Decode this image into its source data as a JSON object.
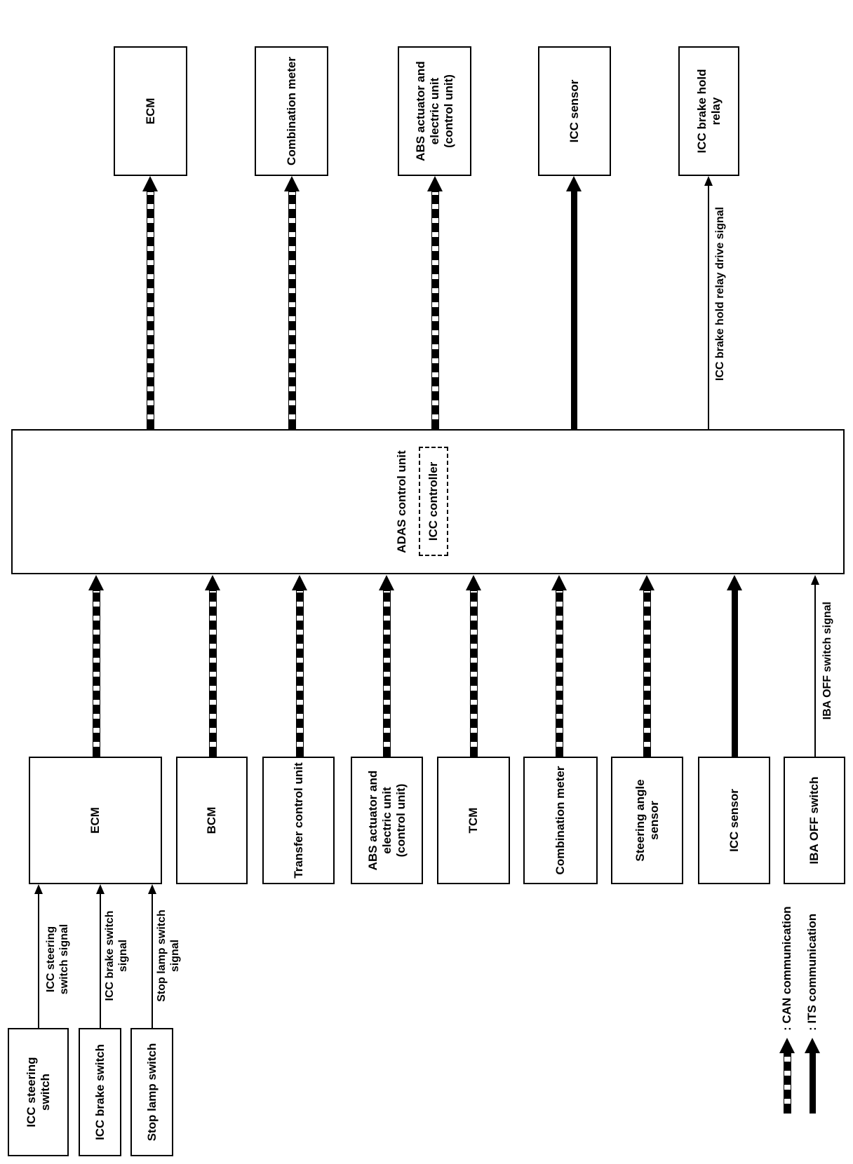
{
  "diagram": {
    "colors": {
      "line": "#000000",
      "background": "#ffffff"
    },
    "switch_inputs": [
      {
        "label": [
          "ICC steering",
          "switch"
        ],
        "connection": "signal"
      },
      {
        "label": [
          "ICC brake switch"
        ],
        "connection": "signal"
      },
      {
        "label": [
          "Stop lamp switch"
        ],
        "connection": "signal"
      }
    ],
    "switch_signals": [
      {
        "label": [
          "ICC steering",
          "switch signal"
        ]
      },
      {
        "label": [
          "ICC brake switch",
          "signal"
        ]
      },
      {
        "label": [
          "Stop lamp switch",
          "signal"
        ]
      }
    ],
    "source_modules": [
      {
        "label": [
          "ECM"
        ],
        "connection": "can"
      },
      {
        "label": [
          "BCM"
        ],
        "connection": "can"
      },
      {
        "label": [
          "Transfer control unit"
        ],
        "connection": "can"
      },
      {
        "label": [
          "ABS actuator and",
          "electric unit",
          "(control unit)"
        ],
        "connection": "can"
      },
      {
        "label": [
          "TCM"
        ],
        "connection": "can"
      },
      {
        "label": [
          "Combination meter"
        ],
        "connection": "can"
      },
      {
        "label": [
          "Steering angle",
          "sensor"
        ],
        "connection": "can"
      },
      {
        "label": [
          "ICC sensor"
        ],
        "connection": "its"
      },
      {
        "label": [
          "IBA OFF switch"
        ],
        "connection": "signal"
      }
    ],
    "adas_unit": {
      "title": "ADAS control unit",
      "inner_controller": "ICC controller"
    },
    "target_modules": [
      {
        "label": [
          "ECM"
        ],
        "connection": "can"
      },
      {
        "label": [
          "Combination meter"
        ],
        "connection": "can"
      },
      {
        "label": [
          "ABS actuator and",
          "electric unit",
          "(control unit)"
        ],
        "connection": "can"
      },
      {
        "label": [
          "ICC sensor"
        ],
        "connection": "its"
      },
      {
        "label": [
          "ICC brake hold",
          "relay"
        ],
        "connection": "signal"
      }
    ],
    "output_signals": {
      "relay_drive": "ICC brake hold relay drive signal",
      "iba_off": "IBA OFF switch signal"
    },
    "legend": [
      {
        "label": ": CAN communication",
        "style": "dashed-thick-arrow"
      },
      {
        "label": ": ITS communication",
        "style": "solid-thick-arrow"
      }
    ]
  }
}
